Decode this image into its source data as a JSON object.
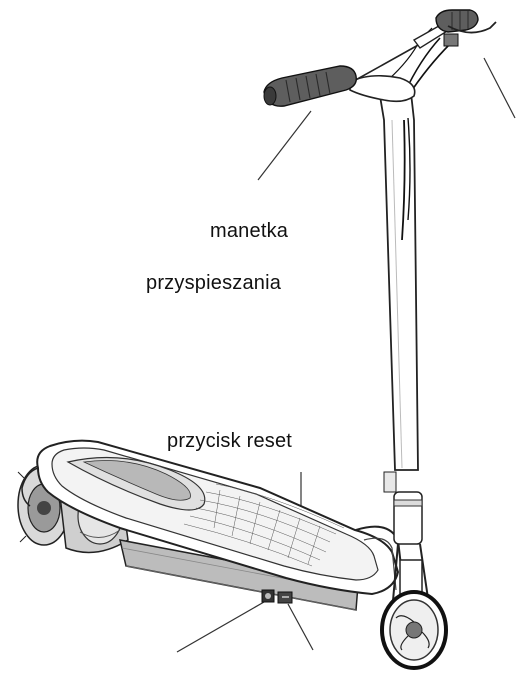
{
  "labels": {
    "throttle_line1": "manetka",
    "throttle_line2": "przyspieszania",
    "reset_button": "przycisk reset"
  },
  "colors": {
    "outline": "#222222",
    "shade": "#555555",
    "dark": "#1a1a1a",
    "background": "#ffffff"
  }
}
